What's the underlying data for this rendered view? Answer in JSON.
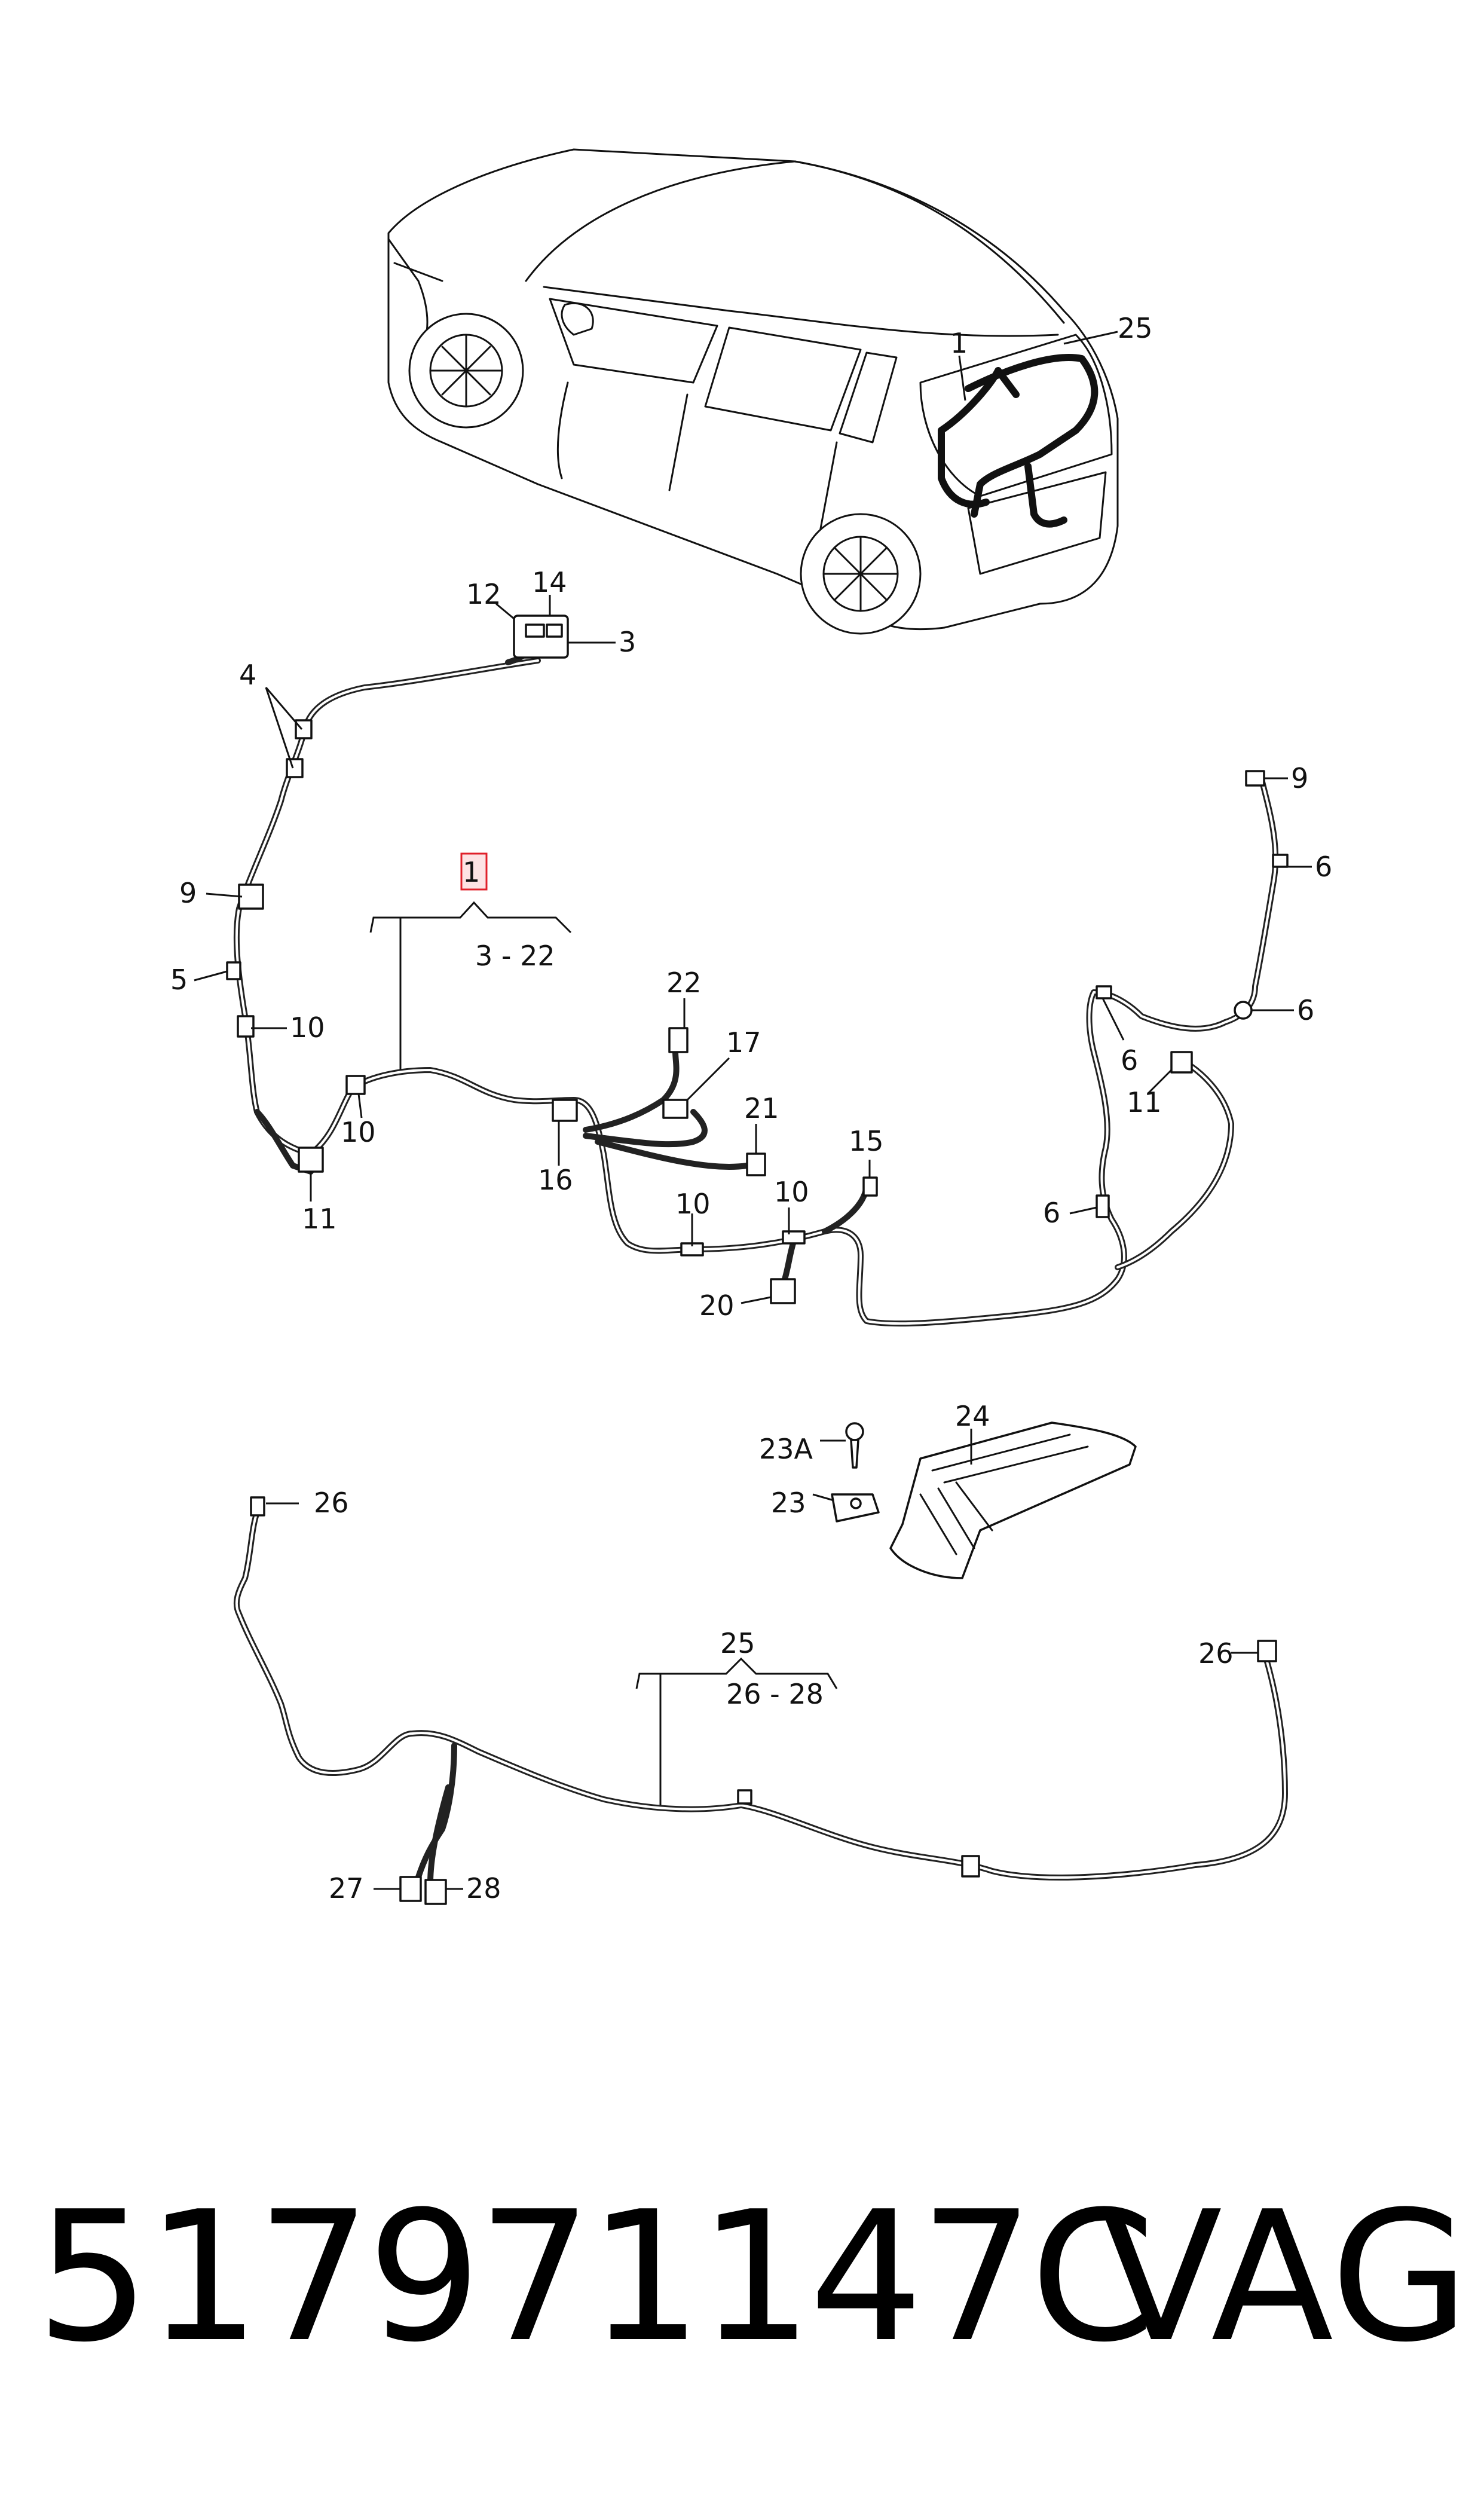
{
  "diagram": {
    "callouts": {
      "c1_car": "1",
      "c25_car": "25",
      "c14": "14",
      "c12": "12",
      "c3": "3",
      "c4": "4",
      "c9_left": "9",
      "c5": "5",
      "c10_a": "10",
      "c10_b": "10",
      "c11_left": "11",
      "c1_box": "1",
      "c3_22": "3 - 22",
      "c22": "22",
      "c17": "17",
      "c21": "21",
      "c16": "16",
      "c15": "15",
      "c10_c": "10",
      "c10_d": "10",
      "c20": "20",
      "c9_right": "9",
      "c6_a": "6",
      "c6_b": "6",
      "c6_c": "6",
      "c6_d": "6",
      "c11_right": "11",
      "c24": "24",
      "c23A": "23A",
      "c23": "23",
      "c26_left": "26",
      "c25": "25",
      "c26_28": "26 - 28",
      "c26_right": "26",
      "c27": "27",
      "c28": "28"
    },
    "highlight_color": "#e0202a"
  },
  "footer": {
    "part_number": "517971147C",
    "brand": "VAG"
  }
}
